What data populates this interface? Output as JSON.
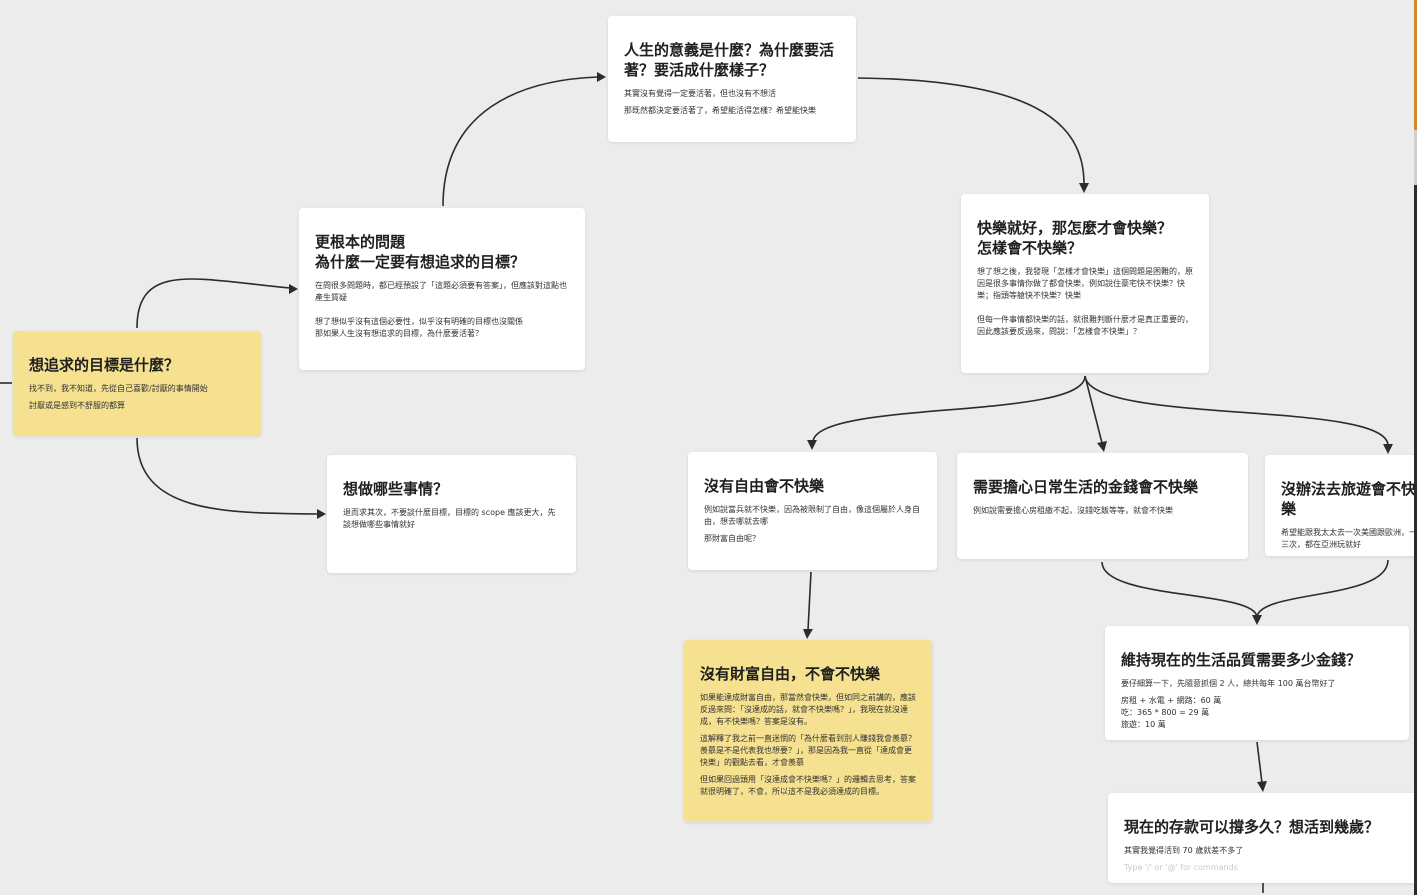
{
  "nodes": {
    "goal": {
      "title": "想追求的目標是什麼？",
      "lines": [
        "找不到，我不知道，先從自己喜歡/討厭的事情開始",
        "討厭或是感到不舒服的都算"
      ]
    },
    "fundamental": {
      "title": "更根本的問題\n為什麼一定要有想追求的目標？",
      "lines": [
        "在問很多問題時，都已經預設了「這題必須要有答案」，但應該對這點也產生質疑",
        "想了想似乎沒有這個必要性，似乎沒有明確的目標也沒關係\n那如果人生沒有想追求的目標，為什麼要活著？"
      ]
    },
    "meaning": {
      "title": "人生的意義是什麼？為什麼要活著？要活成什麼樣子？",
      "lines": [
        "其實沒有覺得一定要活著，但也沒有不想活",
        "那既然都決定要活著了，希望能活得怎樣？希望能快樂"
      ]
    },
    "happy": {
      "title": "快樂就好，那怎麼才會快樂？\n怎樣會不快樂？",
      "lines": [
        "想了想之後，我發現「怎樣才會快樂」這個問題是困難的，原因是很多事情你做了都會快樂，例如說住豪宅快不快樂？快樂；指頭等艙快不快樂？快樂",
        "但每一件事情都快樂的話，就很難判斷什麼才是真正重要的，因此應該要反過來，問說：「怎樣會不快樂」？"
      ]
    },
    "todo": {
      "title": "想做哪些事情？",
      "lines": [
        "退而求其次，不要談什麼目標，目標的 scope 應該更大，先談想做哪些事情就好"
      ]
    },
    "freedom": {
      "title": "沒有自由會不快樂",
      "lines": [
        "例如說當兵就不快樂，因為被限制了自由，像這個屬於人身自由，想去哪就去哪",
        "那財富自由呢？"
      ]
    },
    "money": {
      "title": "需要擔心日常生活的金錢會不快樂",
      "lines": [
        "例如說需要擔心房租繳不起，沒錢吃飯等等，就會不快樂"
      ]
    },
    "travel": {
      "title": "沒辦法去旅遊會不快樂",
      "lines": [
        "希望能跟我太太去一次美國跟歐洲，一年兩三次，每個兩三次，都在亞洲玩就好"
      ]
    },
    "wealth": {
      "title": "沒有財富自由，不會不快樂",
      "lines": [
        "如果能達成財富自由，那當然會快樂，但如同之前講的，應該反過來問：「沒達成的話，就會不快樂嗎？」，我現在就沒達成，有不快樂嗎？答案是沒有。",
        "這解釋了我之前一直迷惘的「為什麼看到別人賺錢我會羨慕？羨慕是不是代表我也想要？」，那是因為我一直從「達成會更快樂」的觀點去看，才會羨慕",
        "但如果回過頭用「沒達成會不快樂嗎？」的邏輯去思考，答案就很明確了，不會，所以這不是我必須達成的目標。"
      ]
    },
    "quality": {
      "title": "維持現在的生活品質需要多少金錢？",
      "lines": [
        "要仔細算一下，先隨意抓個 2 人，總共每年 100 萬台幣好了",
        "房租 + 水電 + 網路：60 萬",
        "吃：365 * 800 = 29 萬",
        "旅遊：10 萬"
      ]
    },
    "savings": {
      "title": "現在的存款可以撐多久？想活到幾歲？",
      "lines": [
        "其實我覺得活到 70 歲就差不多了"
      ],
      "placeholder": "Type '/' or '@' for commands"
    }
  },
  "edges": [
    {
      "from": "goal",
      "to": "fundamental"
    },
    {
      "from": "goal",
      "to": "todo"
    },
    {
      "from": "fundamental",
      "to": "meaning"
    },
    {
      "from": "meaning",
      "to": "happy"
    },
    {
      "from": "happy",
      "to": "freedom"
    },
    {
      "from": "happy",
      "to": "money"
    },
    {
      "from": "happy",
      "to": "travel"
    },
    {
      "from": "freedom",
      "to": "wealth"
    },
    {
      "from": "money",
      "to": "quality"
    },
    {
      "from": "travel",
      "to": "quality"
    },
    {
      "from": "quality",
      "to": "savings"
    }
  ],
  "colors": {
    "card": "#ffffff",
    "highlight": "#f5e190",
    "background": "#ececec",
    "edge": "#2c2c2c"
  }
}
